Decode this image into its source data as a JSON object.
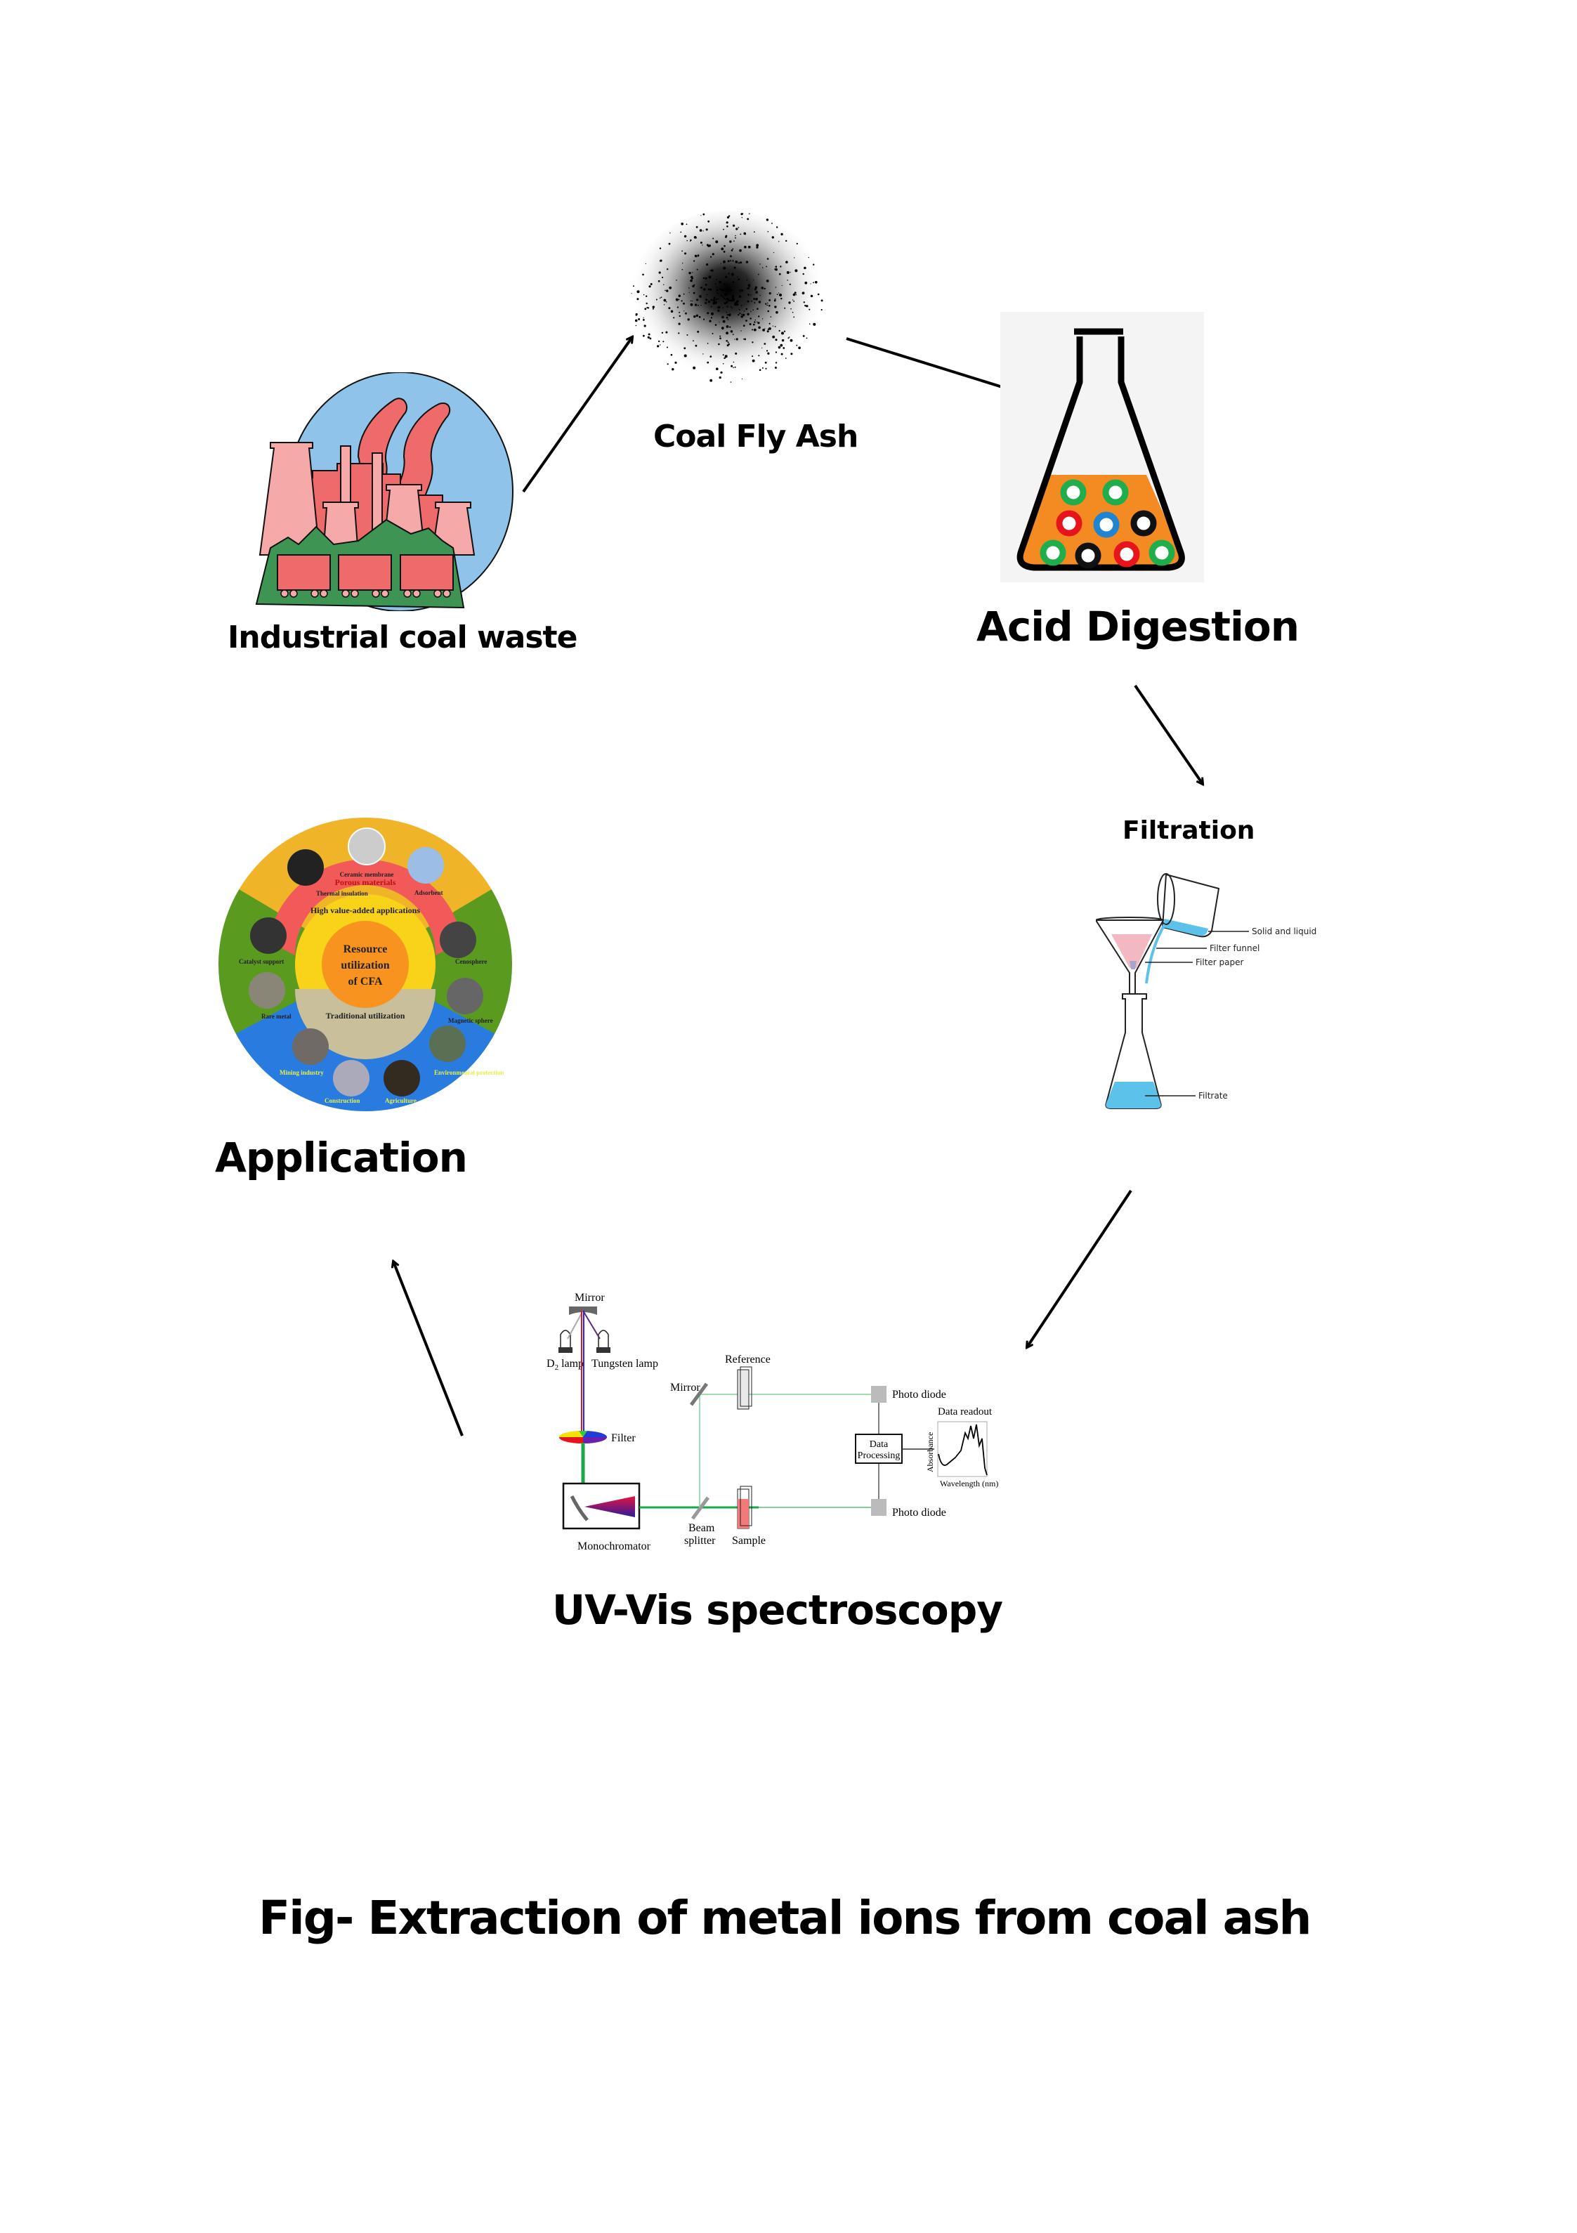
{
  "figure": {
    "caption": "Fig- Extraction of metal ions from coal ash",
    "flow": [
      "Industrial coal waste",
      "Coal Fly Ash",
      "Acid Digestion",
      "Filtration",
      "UV-Vis spectroscopy",
      "Application"
    ]
  },
  "steps": {
    "coal_waste": {
      "label": "Industrial coal waste"
    },
    "fly_ash": {
      "label": "Coal Fly Ash"
    },
    "acid_digestion": {
      "label": "Acid Digestion"
    },
    "filtration": {
      "label": "Filtration",
      "annotations": {
        "solid_liquid": "Solid and liquid",
        "funnel": "Filter funnel",
        "paper": "Filter paper",
        "filtrate": "Filtrate"
      }
    },
    "uv_vis": {
      "label": "UV-Vis spectroscopy",
      "annotations": {
        "mirror_top": "Mirror",
        "d2_lamp": "D",
        "d2_sub": "2",
        "d2_suffix": " lamp",
        "tungsten_lamp": "Tungsten lamp",
        "filter": "Filter",
        "monochromator": "Monochromator",
        "mirror_side": "Mirror",
        "reference": "Reference",
        "photo_diode_top": "Photo diode",
        "photo_diode_bottom": "Photo diode",
        "data_processing_line1": "Data",
        "data_processing_line2": "Processing",
        "data_readout": "Data readout",
        "absorbance": "Absorbance",
        "wavelength": "Wavelength (nm)",
        "beam_splitter_line1": "Beam",
        "beam_splitter_line2": "splitter",
        "sample": "Sample"
      }
    },
    "application": {
      "label": "Application",
      "wheel": {
        "center": [
          "Resource",
          "utilization",
          "of  CFA"
        ],
        "ring_high": "High value-added applications",
        "ring_porous": "Porous materials",
        "ring_traditional": "Traditional utilization",
        "items_top": [
          "Thermal insulation",
          "Ceramic membrane",
          "Adsorbent"
        ],
        "items_left": [
          "Catalyst support",
          "Rare metal"
        ],
        "items_right": [
          "Cenosphere",
          "Magnetic sphere"
        ],
        "items_bottom": [
          "Mining industry",
          "Construction",
          "Agriculture",
          "Environmental protection"
        ]
      }
    }
  },
  "colors": {
    "sky": "#8fc3ea",
    "factory_pink": "#f5a9a9",
    "factory_red": "#ef6a6a",
    "hill_green": "#3e9553",
    "acid_orange": "#f48a22",
    "wheel_yellow": "#f0b429",
    "wheel_green": "#5a9a1f",
    "wheel_blue": "#2a7be0",
    "wheel_red_ring": "#f25a5a",
    "wheel_inner_yellow": "#f9d21a",
    "wheel_center": "#f7931e",
    "wheel_trad": "#c9bf9a",
    "filtrate_blue": "#5cc2ea",
    "paper_pink": "#f3b9c2",
    "beam_green": "#1aa84a"
  }
}
